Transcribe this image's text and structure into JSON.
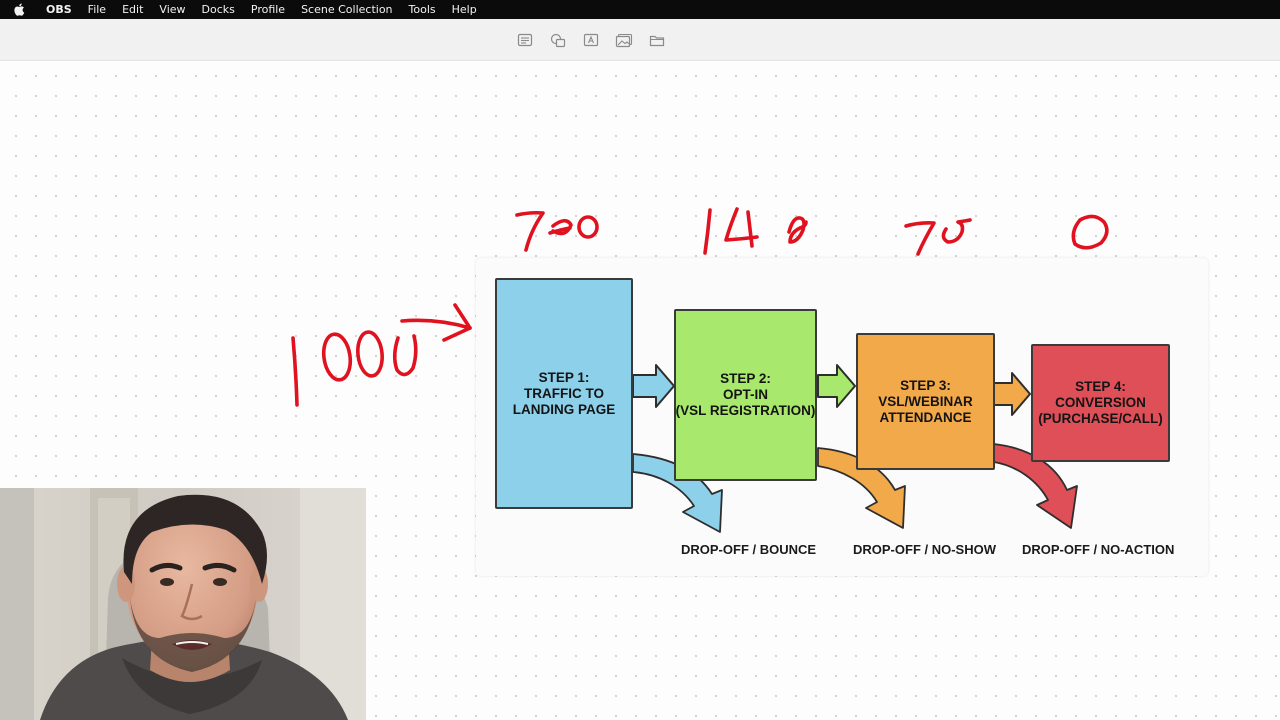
{
  "menubar": {
    "icon": "apple-icon",
    "items": [
      "OBS",
      "File",
      "Edit",
      "View",
      "Docks",
      "Profile",
      "Scene Collection",
      "Tools",
      "Help"
    ]
  },
  "toolbar": {
    "tools": [
      {
        "icon": "note-icon"
      },
      {
        "icon": "shapes-icon"
      },
      {
        "icon": "text-box-icon"
      },
      {
        "icon": "image-icon"
      },
      {
        "icon": "folder-icon"
      }
    ]
  },
  "funnel": {
    "steps": [
      {
        "title": "STEP 1:",
        "lines": [
          "TRAFFIC TO",
          "LANDING PAGE"
        ],
        "color": "#8dd0ea"
      },
      {
        "title": "STEP 2:",
        "lines": [
          "OPT-IN",
          "(VSL REGISTRATION)"
        ],
        "color": "#a8e86c"
      },
      {
        "title": "STEP 3:",
        "lines": [
          "VSL/WEBINAR",
          "ATTENDANCE"
        ],
        "color": "#f2a94a"
      },
      {
        "title": "STEP 4:",
        "lines": [
          "CONVERSION",
          "(PURCHASE/CALL)"
        ],
        "color": "#df4f57"
      }
    ],
    "dropoffs": [
      "DROP-OFF / BOUNCE",
      "DROP-OFF / NO-SHOW",
      "DROP-OFF / NO-ACTION"
    ]
  },
  "annotations": {
    "ink_color": "#e0121f",
    "inputs": [
      "1000",
      "700",
      "140",
      "70",
      "0"
    ]
  }
}
